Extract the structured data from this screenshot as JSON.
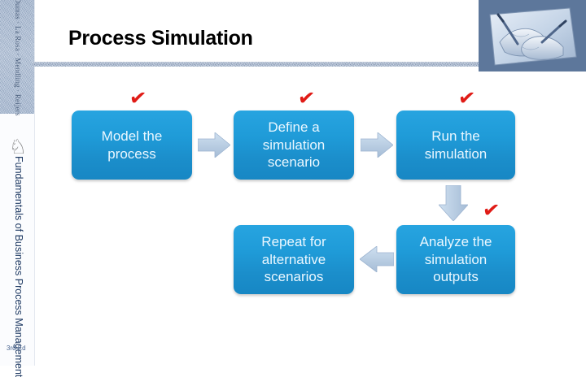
{
  "slide": {
    "title": "Process Simulation",
    "background_color": "#ffffff",
    "accent_color": "#1f9bd8",
    "rule_color": "#93a8c7",
    "check_color": "#e01b16"
  },
  "sidebar": {
    "top_band_label": "Dumas · La Rosa · Mendling · Reijers",
    "icon_name": "chess-knight-icon",
    "book_title": "Fundamentals of Business Process Management",
    "edition": "3rd Ed"
  },
  "corner_image": {
    "name": "drawing-hands-illustration",
    "alt": "Drawing Hands illustration"
  },
  "flow": {
    "boxes": [
      {
        "id": "model",
        "label": "Model the process",
        "checked": true
      },
      {
        "id": "define",
        "label": "Define a simulation scenario",
        "checked": true
      },
      {
        "id": "run",
        "label": "Run the simulation",
        "checked": true
      },
      {
        "id": "repeat",
        "label": "Repeat for alternative scenarios",
        "checked": false
      },
      {
        "id": "analyze",
        "label": "Analyze the simulation outputs",
        "checked": true
      }
    ],
    "arrows": [
      {
        "id": "model-to-define",
        "direction": "right"
      },
      {
        "id": "define-to-run",
        "direction": "right"
      },
      {
        "id": "run-to-analyze",
        "direction": "down"
      },
      {
        "id": "analyze-to-repeat",
        "direction": "left"
      }
    ],
    "check_glyph": "✔",
    "arrow_color": "#b9cde2"
  }
}
